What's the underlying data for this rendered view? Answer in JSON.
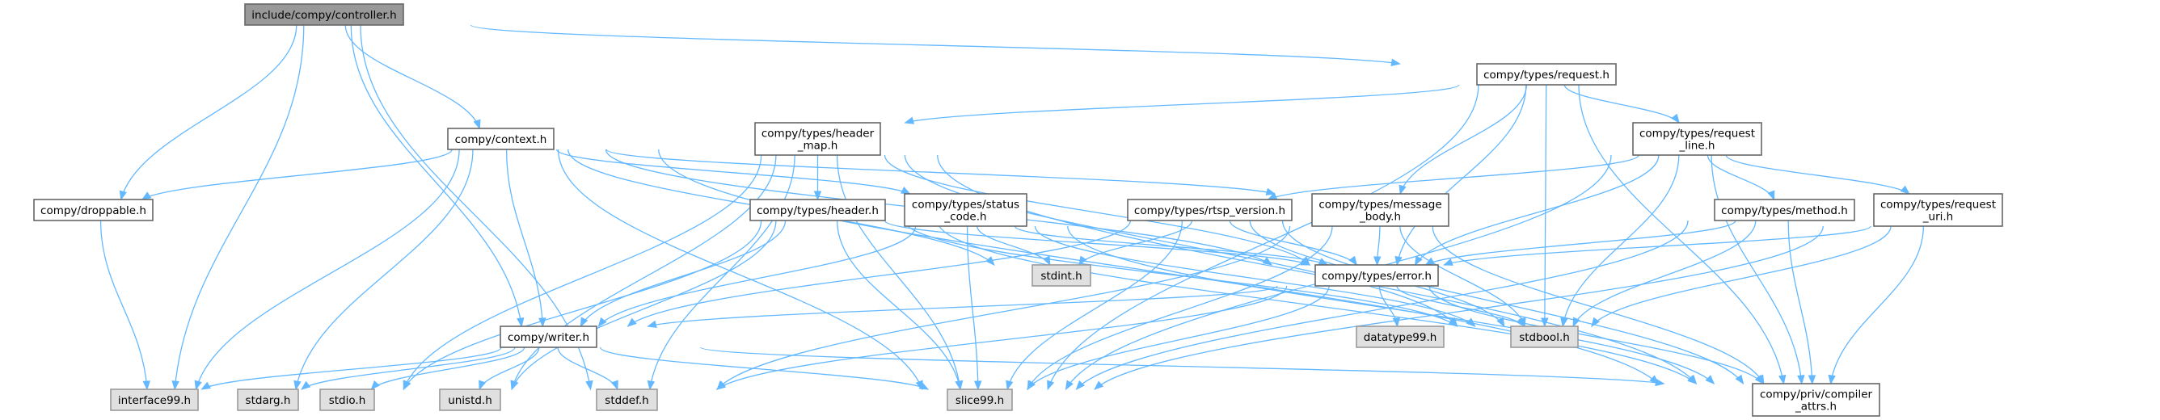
{
  "title": "include/compy/controller.h",
  "colors": {
    "edge": "#63b8ff",
    "root_fill": "#999999",
    "local_fill": "#ffffff",
    "system_fill": "#e0e0e0"
  },
  "nodes": [
    {
      "id": "controller",
      "kind": "root",
      "lines": [
        "include/compy/controller.h"
      ]
    },
    {
      "id": "request",
      "kind": "local",
      "lines": [
        "compy/types/request.h"
      ]
    },
    {
      "id": "context",
      "kind": "local",
      "lines": [
        "compy/context.h"
      ]
    },
    {
      "id": "header_map",
      "kind": "local",
      "lines": [
        "compy/types/header",
        "_map.h"
      ]
    },
    {
      "id": "request_line",
      "kind": "local",
      "lines": [
        "compy/types/request",
        "_line.h"
      ]
    },
    {
      "id": "droppable",
      "kind": "local",
      "lines": [
        "compy/droppable.h"
      ]
    },
    {
      "id": "header",
      "kind": "local",
      "lines": [
        "compy/types/header.h"
      ]
    },
    {
      "id": "status_code",
      "kind": "local",
      "lines": [
        "compy/types/status",
        "_code.h"
      ]
    },
    {
      "id": "rtsp_version",
      "kind": "local",
      "lines": [
        "compy/types/rtsp_version.h"
      ]
    },
    {
      "id": "message_body",
      "kind": "local",
      "lines": [
        "compy/types/message",
        "_body.h"
      ]
    },
    {
      "id": "method",
      "kind": "local",
      "lines": [
        "compy/types/method.h"
      ]
    },
    {
      "id": "request_uri",
      "kind": "local",
      "lines": [
        "compy/types/request",
        "_uri.h"
      ]
    },
    {
      "id": "stdint",
      "kind": "system",
      "lines": [
        "stdint.h"
      ]
    },
    {
      "id": "error",
      "kind": "local",
      "lines": [
        "compy/types/error.h"
      ]
    },
    {
      "id": "writer",
      "kind": "local",
      "lines": [
        "compy/writer.h"
      ]
    },
    {
      "id": "datatype99",
      "kind": "system",
      "lines": [
        "datatype99.h"
      ]
    },
    {
      "id": "stdbool",
      "kind": "system",
      "lines": [
        "stdbool.h"
      ]
    },
    {
      "id": "interface99",
      "kind": "system",
      "lines": [
        "interface99.h"
      ]
    },
    {
      "id": "stdarg",
      "kind": "system",
      "lines": [
        "stdarg.h"
      ]
    },
    {
      "id": "stdio",
      "kind": "system",
      "lines": [
        "stdio.h"
      ]
    },
    {
      "id": "unistd",
      "kind": "system",
      "lines": [
        "unistd.h"
      ]
    },
    {
      "id": "stddef",
      "kind": "system",
      "lines": [
        "stddef.h"
      ]
    },
    {
      "id": "slice99",
      "kind": "system",
      "lines": [
        "slice99.h"
      ]
    },
    {
      "id": "compiler_attrs",
      "kind": "local",
      "lines": [
        "compy/priv/compiler",
        "_attrs.h"
      ]
    }
  ],
  "edges": [
    [
      "controller",
      "request"
    ],
    [
      "controller",
      "context"
    ],
    [
      "controller",
      "droppable"
    ],
    [
      "controller",
      "interface99"
    ],
    [
      "controller",
      "writer"
    ],
    [
      "controller",
      "stddef"
    ],
    [
      "request",
      "header_map"
    ],
    [
      "request",
      "request_line"
    ],
    [
      "request",
      "message_body"
    ],
    [
      "request",
      "error"
    ],
    [
      "request",
      "slice99"
    ],
    [
      "request",
      "stdbool"
    ],
    [
      "request",
      "compiler_attrs"
    ],
    [
      "context",
      "droppable"
    ],
    [
      "context",
      "interface99"
    ],
    [
      "context",
      "writer"
    ],
    [
      "context",
      "status_code"
    ],
    [
      "context",
      "message_body"
    ],
    [
      "context",
      "stdarg"
    ],
    [
      "context",
      "stdint"
    ],
    [
      "context",
      "slice99"
    ],
    [
      "context",
      "error"
    ],
    [
      "context",
      "compiler_attrs"
    ],
    [
      "header_map",
      "header"
    ],
    [
      "header_map",
      "stdio"
    ],
    [
      "header_map",
      "unistd"
    ],
    [
      "header_map",
      "stddef"
    ],
    [
      "header_map",
      "slice99"
    ],
    [
      "header_map",
      "error"
    ],
    [
      "header_map",
      "stdbool"
    ],
    [
      "header_map",
      "compiler_attrs"
    ],
    [
      "request_line",
      "rtsp_version"
    ],
    [
      "request_line",
      "method"
    ],
    [
      "request_line",
      "request_uri"
    ],
    [
      "request_line",
      "error"
    ],
    [
      "request_line",
      "slice99"
    ],
    [
      "request_line",
      "stdbool"
    ],
    [
      "request_line",
      "compiler_attrs"
    ],
    [
      "droppable",
      "interface99"
    ],
    [
      "header",
      "writer"
    ],
    [
      "header",
      "stdio"
    ],
    [
      "header",
      "unistd"
    ],
    [
      "header",
      "slice99"
    ],
    [
      "header",
      "error"
    ],
    [
      "header",
      "stdbool"
    ],
    [
      "header",
      "compiler_attrs"
    ],
    [
      "status_code",
      "writer"
    ],
    [
      "status_code",
      "stdint"
    ],
    [
      "status_code",
      "slice99"
    ],
    [
      "status_code",
      "error"
    ],
    [
      "status_code",
      "stdbool"
    ],
    [
      "status_code",
      "compiler_attrs"
    ],
    [
      "rtsp_version",
      "stdint"
    ],
    [
      "rtsp_version",
      "writer"
    ],
    [
      "rtsp_version",
      "slice99"
    ],
    [
      "rtsp_version",
      "error"
    ],
    [
      "rtsp_version",
      "stdbool"
    ],
    [
      "rtsp_version",
      "compiler_attrs"
    ],
    [
      "message_body",
      "error"
    ],
    [
      "message_body",
      "stddef"
    ],
    [
      "message_body",
      "slice99"
    ],
    [
      "message_body",
      "stdbool"
    ],
    [
      "message_body",
      "compiler_attrs"
    ],
    [
      "method",
      "error"
    ],
    [
      "method",
      "slice99"
    ],
    [
      "method",
      "stdbool"
    ],
    [
      "method",
      "compiler_attrs"
    ],
    [
      "request_uri",
      "error"
    ],
    [
      "request_uri",
      "slice99"
    ],
    [
      "request_uri",
      "stdbool"
    ],
    [
      "request_uri",
      "compiler_attrs"
    ],
    [
      "error",
      "writer"
    ],
    [
      "error",
      "datatype99"
    ],
    [
      "error",
      "stdbool"
    ],
    [
      "error",
      "slice99"
    ],
    [
      "error",
      "stddef"
    ],
    [
      "error",
      "compiler_attrs"
    ],
    [
      "writer",
      "interface99"
    ],
    [
      "writer",
      "stdarg"
    ],
    [
      "writer",
      "stdio"
    ],
    [
      "writer",
      "unistd"
    ],
    [
      "writer",
      "stddef"
    ],
    [
      "writer",
      "slice99"
    ],
    [
      "writer",
      "compiler_attrs"
    ]
  ]
}
